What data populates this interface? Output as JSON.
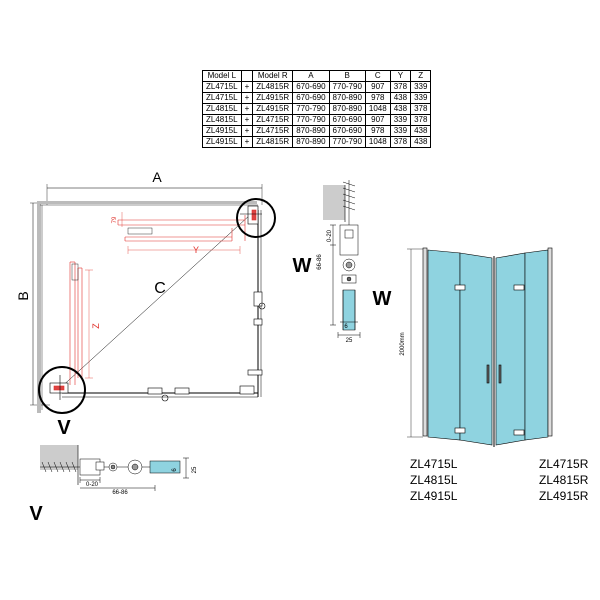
{
  "table": {
    "headers": [
      "Model L",
      "",
      "Model R",
      "A",
      "B",
      "C",
      "Y",
      "Z"
    ],
    "rows": [
      [
        "ZL4715L",
        "+",
        "ZL4815R",
        "670-690",
        "770-790",
        "907",
        "378",
        "339"
      ],
      [
        "ZL4715L",
        "+",
        "ZL4915R",
        "670-690",
        "870-890",
        "978",
        "438",
        "339"
      ],
      [
        "ZL4815L",
        "+",
        "ZL4915R",
        "770-790",
        "870-890",
        "1048",
        "438",
        "378"
      ],
      [
        "ZL4815L",
        "+",
        "ZL4715R",
        "770-790",
        "670-690",
        "907",
        "339",
        "378"
      ],
      [
        "ZL4915L",
        "+",
        "ZL4715R",
        "870-890",
        "670-690",
        "978",
        "339",
        "438"
      ],
      [
        "ZL4915L",
        "+",
        "ZL4815R",
        "870-890",
        "770-790",
        "1048",
        "378",
        "438"
      ]
    ]
  },
  "plan": {
    "label_a": "A",
    "label_b": "B",
    "label_c": "C",
    "label_y": "Y",
    "label_z": "Z",
    "label_v": "V",
    "dim_79": "79"
  },
  "detail_w": {
    "label": "W",
    "dim_0_20": "0-20",
    "dim_66_86": "66-86",
    "dim_6": "6",
    "dim_25": "25"
  },
  "detail_v": {
    "label": "V",
    "dim_0_20": "0-20",
    "dim_66_86": "66-86",
    "dim_6": "6",
    "dim_25": "25"
  },
  "elevation": {
    "label_w": "W",
    "height": "2000mm",
    "models_left": [
      "ZL4715L",
      "ZL4815L",
      "ZL4915L"
    ],
    "models_right": [
      "ZL4715R",
      "ZL4815R",
      "ZL4915R"
    ]
  },
  "colors": {
    "line": "#000000",
    "red": "#e0302a",
    "glass": "#8fd3e0"
  }
}
